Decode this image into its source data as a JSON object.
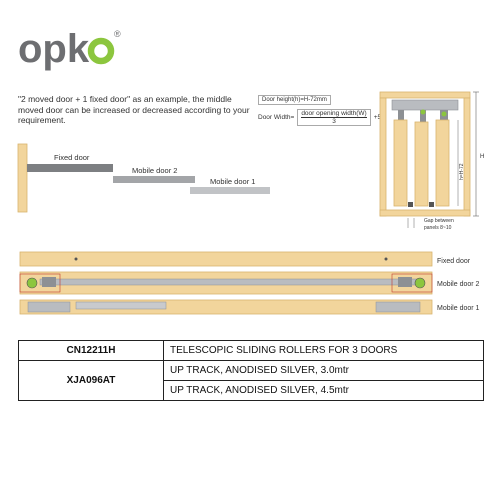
{
  "brand": {
    "logo_text": "opk",
    "registered_mark": "®",
    "green": "#8cc63e",
    "grey": "#6d6e71"
  },
  "note": "\"2 moved door + 1 fixed door\" as an example, the middle moved door can be increased or decreased according to your requirement.",
  "formulas": {
    "door_height": "Door height(h)=H-72mm",
    "door_width_label": "Door Width=",
    "door_width_numerator": "door opening width(W)",
    "door_width_denominator": "3",
    "door_width_suffix": "+56"
  },
  "door_stack": {
    "fixed": "Fixed door",
    "mobile2": "Mobile door 2",
    "mobile1": "Mobile door 1"
  },
  "section": {
    "h_label": "H",
    "h_minus_label": "h=H-72",
    "gap_label_line1": "Gap between",
    "gap_label_line2": "panels  8~10"
  },
  "track_labels": {
    "fixed": "Fixed door",
    "mobile2": "Mobile door 2",
    "mobile1": "Mobile door 1"
  },
  "products": [
    {
      "code": "CN12211H",
      "descriptions": [
        "TELESCOPIC SLIDING ROLLERS FOR 3 DOORS"
      ]
    },
    {
      "code": "XJA096AT",
      "descriptions": [
        "UP TRACK, ANODISED SILVER, 3.0mtr",
        "UP TRACK, ANODISED SILVER, 4.5mtr"
      ]
    }
  ],
  "colors": {
    "wood": "#f2d59c",
    "wood_dark": "#d8b46e",
    "metal": "#b9bcc0",
    "metal_dark": "#8d9094",
    "line": "#666666",
    "accent_red": "#c0392b"
  }
}
